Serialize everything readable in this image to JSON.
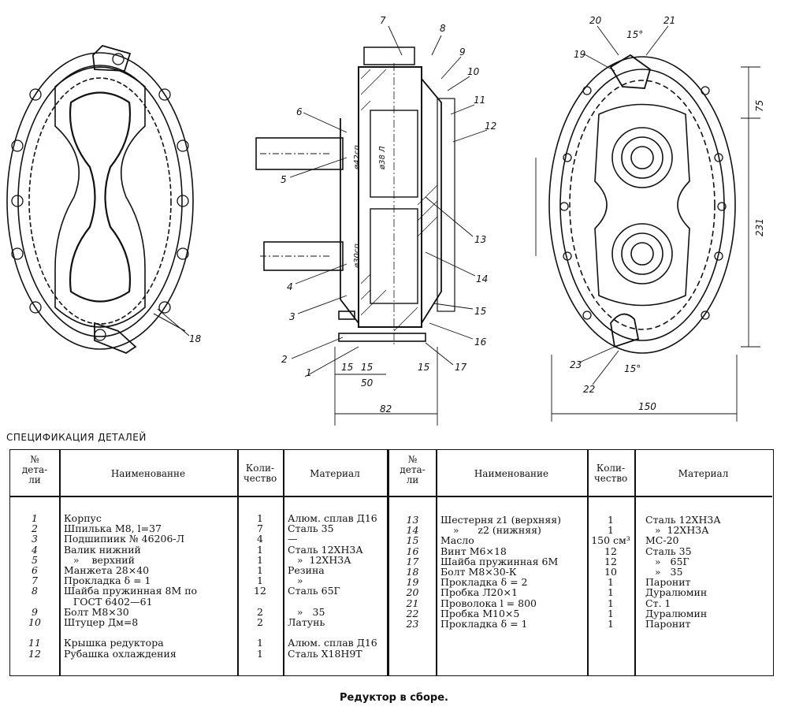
{
  "labels": {
    "callouts": [
      "1",
      "2",
      "3",
      "4",
      "5",
      "6",
      "7",
      "8",
      "9",
      "10",
      "11",
      "12",
      "13",
      "14",
      "15",
      "16",
      "17",
      "18",
      "19",
      "20",
      "21",
      "22",
      "23"
    ],
    "dims": [
      "15",
      "15",
      "50",
      "15",
      "82",
      "75",
      "231",
      "150",
      "15°",
      "15°"
    ],
    "shaft_marks": [
      "ø42сп",
      "ø38 Л",
      "ø30сп"
    ]
  },
  "spec": {
    "title": "СПЕЦИФИКАЦИЯ ДЕТАЛЕЙ",
    "headers": {
      "num": "№\nдета-\nли",
      "name": "Наименованне",
      "name2": "Наименование",
      "qty": "Коли-\nчество",
      "material": "Материал"
    },
    "left_nums": "1\n2\n3\n4\n5\n6\n7\n8\n\n9\n10\n\n11\n12",
    "left_names": "Корпус\nШпилька М8, l=37\nПодшипиик № 46206-Л\nВалик нижний\n   »    верхний\nМанжета 28×40\nПрокладка δ = 1\nШайба пружинная 8М по\n   ГОСТ 6402—61\nБолт М8×30\nШтуцер Дм=8\n\nКрышка редуктора\nРубашка охлаждения",
    "left_qty": "1\n7\n4\n1\n1\n1\n1\n12\n\n2\n2\n\n1\n1",
    "left_mat": "Алюм. сплав Д16\nСталь 35\n—\nСталь 12ХН3А\n   »  12ХН3А\nРезина\n   »\nСталь 65Г\n\n   »   35\nЛатунь\n\nАлюм. сплав Д16\nСталь Х18Н9Т",
    "right_nums": "13\n14\n15\n16\n17\n18\n19\n20\n21\n22\n23",
    "right_names": "Шестерня z1 (верхняя)\n    »      z2 (нижняя)\nМасло\nВинт М6×18\nШайба пружинная 6М\nБолт М8×30-К\nПрокладка δ = 2\nПробка Л20×1\nПроволока l = 800\nПробка М10×5\nПрокладка δ = 1",
    "right_qty": "1\n1\n150 см³\n12\n12\n10\n1\n1\n1\n1\n1",
    "right_mat": "Сталь 12ХН3А\n   »  12ХН3А\nМС-20\nСталь 35\n   »   65Г\n   »   35\nПаронит\nДуралюмин\nСт. 1\nДуралюмин\nПаронит"
  },
  "caption": "Редуктор в сборе."
}
